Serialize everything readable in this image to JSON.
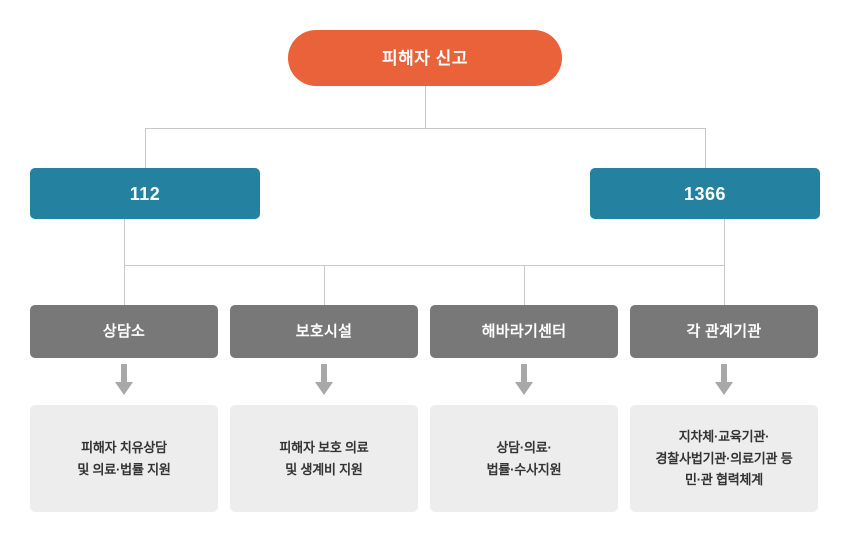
{
  "diagram": {
    "title": "피해자 신고 체계도",
    "colors": {
      "root": "#ea6239",
      "level2": "#2581a0",
      "level3": "#787878",
      "detail_bg": "#ededed",
      "connector": "#c9c9c9",
      "arrow": "#a8a8a8",
      "text_light": "#ffffff",
      "text_dark": "#333333"
    },
    "root": {
      "label": "피해자 신고"
    },
    "level2": [
      {
        "label": "112"
      },
      {
        "label": "1366"
      }
    ],
    "level3": [
      {
        "label": "상담소"
      },
      {
        "label": "보호시설"
      },
      {
        "label": "해바라기센터"
      },
      {
        "label": "각 관계기관"
      }
    ],
    "details": [
      {
        "text": "피해자 치유상담\n및 의료·법률 지원"
      },
      {
        "text": "피해자 보호 의료\n및 생계비 지원"
      },
      {
        "text": "상담·의료·\n법률·수사지원"
      },
      {
        "text": "지차체·교육기관·\n경찰사법기관·의료기관 등\n민·관 협력체계"
      }
    ]
  }
}
